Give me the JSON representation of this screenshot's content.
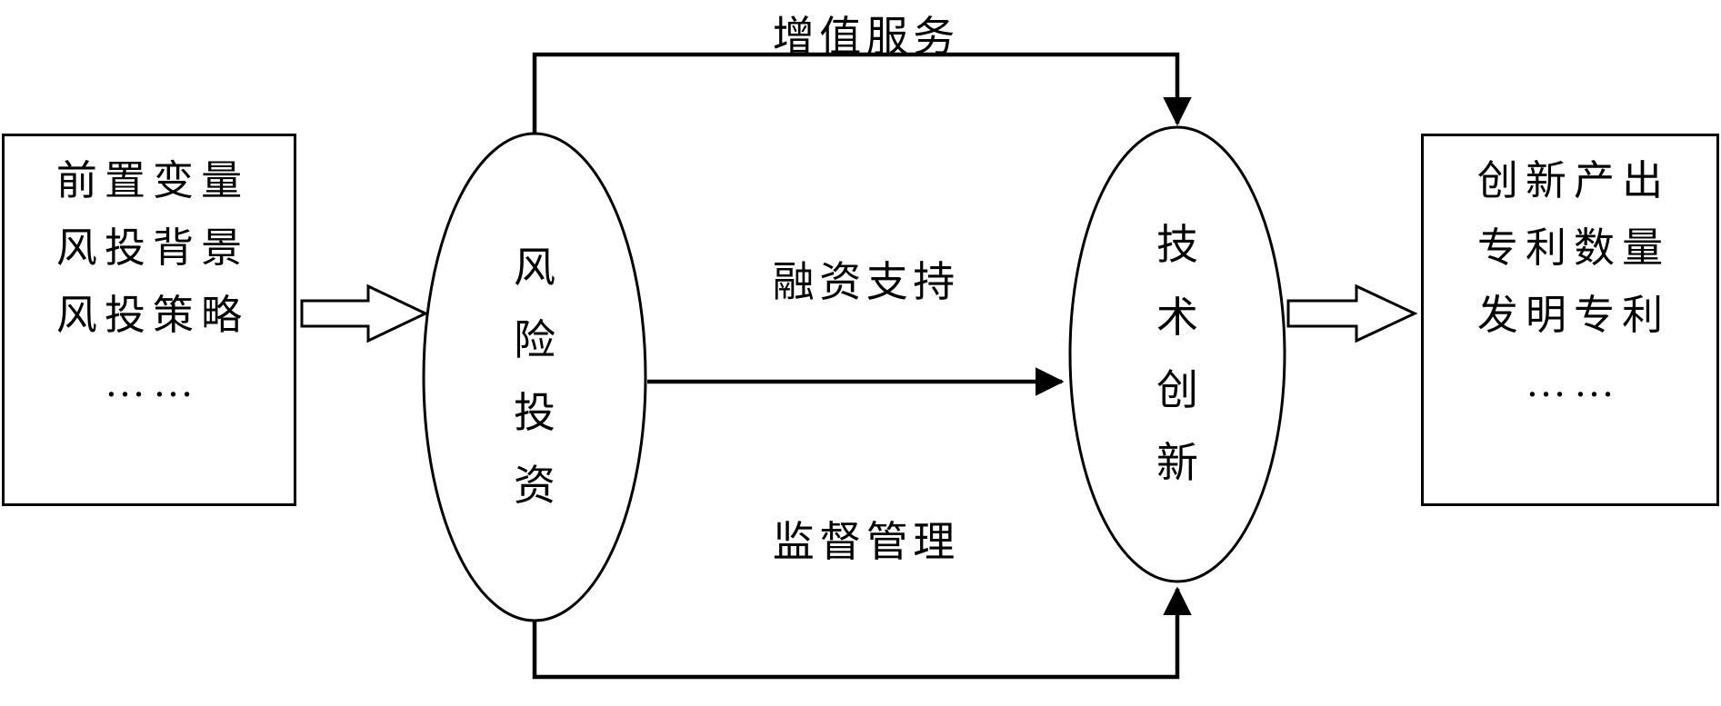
{
  "diagram": {
    "left_box": {
      "lines": [
        "前置变量",
        "风投背景",
        "风投策略",
        "……"
      ]
    },
    "left_ellipse": {
      "label": "风险投资"
    },
    "right_ellipse": {
      "label": "技术创新"
    },
    "right_box": {
      "lines": [
        "创新产出",
        "专利数量",
        "发明专利",
        "……"
      ]
    },
    "edge_labels": {
      "top": "增值服务",
      "middle": "融资支持",
      "bottom": "监督管理"
    },
    "colors": {
      "line": "#000000",
      "background": "#ffffff",
      "text": "#000000"
    }
  }
}
